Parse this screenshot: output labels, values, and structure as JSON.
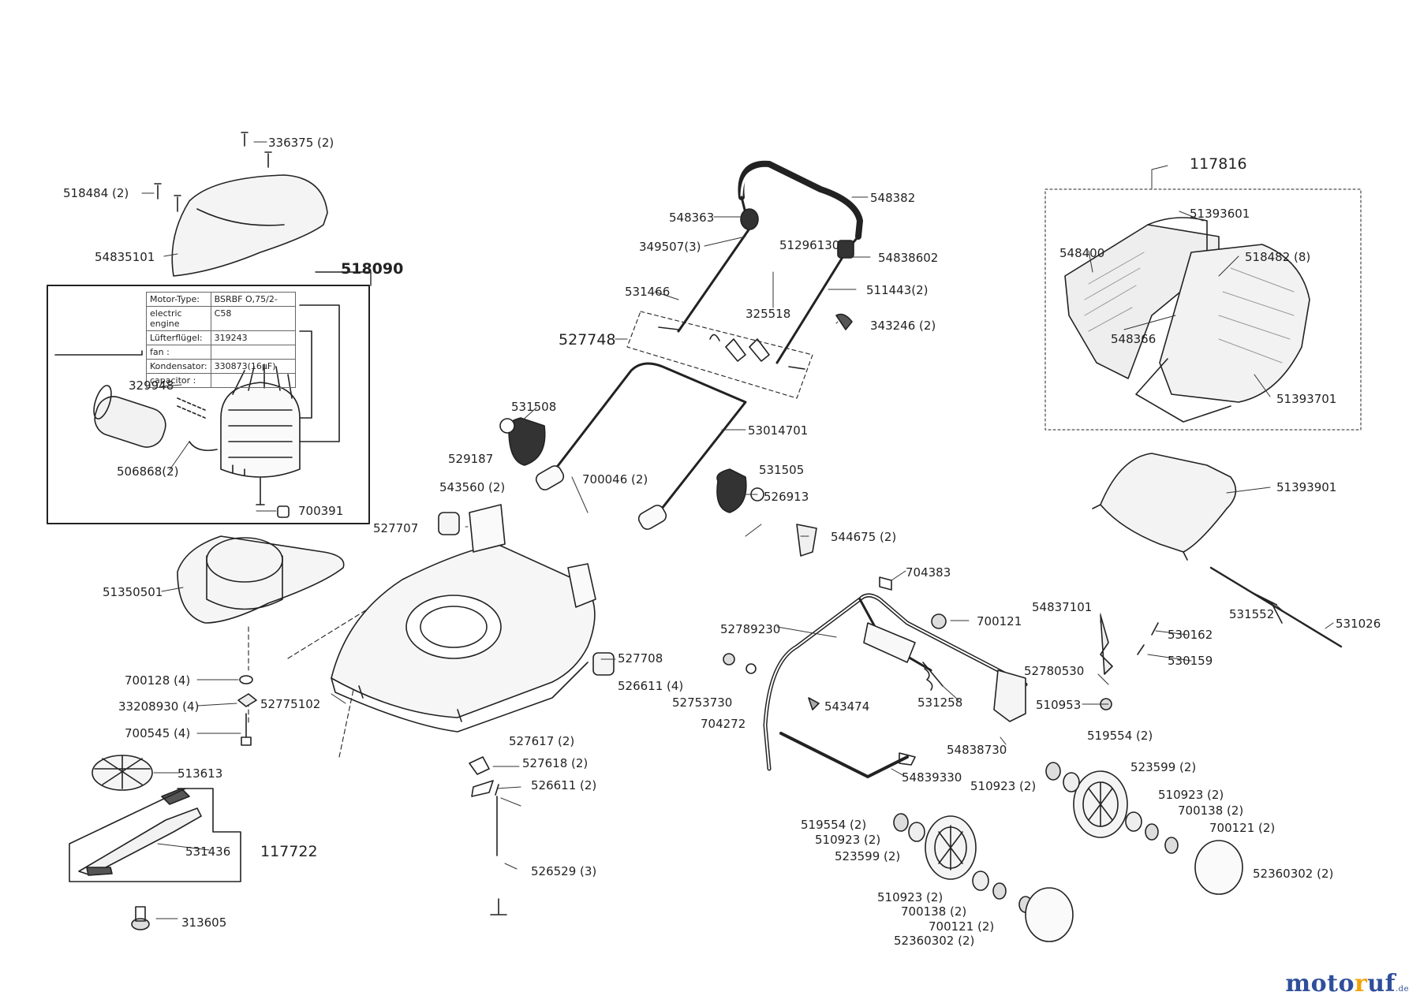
{
  "labels": {
    "p336375": "336375 (2)",
    "p518484": "518484 (2)",
    "p54835101": "54835101",
    "p518090": "518090",
    "p329948": "329948",
    "p506868": "506868(2)",
    "p700391": "700391",
    "p51350501": "51350501",
    "p700128": "700128 (4)",
    "p33208930": "33208930 (4)",
    "p700545": "700545 (4)",
    "p513613": "513613",
    "p531436": "531436",
    "p117722": "117722",
    "p313605": "313605",
    "p548363": "548363",
    "p349507": "349507(3)",
    "p548382": "548382",
    "p51296130": "51296130",
    "p54838602": "54838602",
    "p531466": "531466",
    "p511443": "511443(2)",
    "p325518": "325518",
    "p343246": "343246 (2)",
    "p527748": "527748",
    "p531508": "531508",
    "p529187": "529187",
    "p53014701": "53014701",
    "p700046": "700046 (2)",
    "p543560": "543560 (2)",
    "p531505": "531505",
    "p526913": "526913",
    "p527707": "527707",
    "p544675": "544675 (2)",
    "p527708": "527708",
    "p526611a": "526611 (4)",
    "p52775102": "52775102",
    "p527617": "527617 (2)",
    "p527618": "527618 (2)",
    "p526611b": "526611 (2)",
    "p526529": "526529 (3)",
    "p117816": "117816",
    "p51393601": "51393601",
    "p548400": "548400",
    "p518482": "518482 (8)",
    "p548366": "548366",
    "p51393701": "51393701",
    "p51393901": "51393901",
    "p704383": "704383",
    "p700121a": "700121",
    "p52789230": "52789230",
    "p54837101": "54837101",
    "p531552": "531552",
    "p531026": "531026",
    "p530162": "530162",
    "p530159": "530159",
    "p52780530": "52780530",
    "p52753730": "52753730",
    "p704272": "704272",
    "p543474": "543474",
    "p531258": "531258",
    "p510953": "510953",
    "p54838730": "54838730",
    "p519554a": "519554 (2)",
    "p54839330": "54839330",
    "p523599a": "523599 (2)",
    "p510923a": "510923 (2)",
    "p510923b": "510923 (2)",
    "p700138a": "700138 (2)",
    "p700121b": "700121 (2)",
    "p52360302a": "52360302 (2)",
    "p519554b": "519554 (2)",
    "p510923c": "510923 (2)",
    "p523599b": "523599 (2)",
    "p510923d": "510923 (2)",
    "p700138b": "700138 (2)",
    "p700121c": "700121 (2)",
    "p52360302b": "52360302 (2)"
  },
  "motor_table": {
    "r1k": "Motor-Type:",
    "r1v": "BSRBF O,75/2-",
    "r2k": "electric engine",
    "r2v": "C58",
    "r3k": "Lüfterflügel:",
    "r3v": "319243",
    "r4k": "fan :",
    "r4v": "",
    "r5k": "Kondensator:",
    "r5v": "330873(16µF)",
    "r6k": "capacitor :",
    "r6v": ""
  },
  "brand": {
    "part1": "moto",
    "part2": "r",
    "part3": "uf",
    "tld": ".de"
  }
}
